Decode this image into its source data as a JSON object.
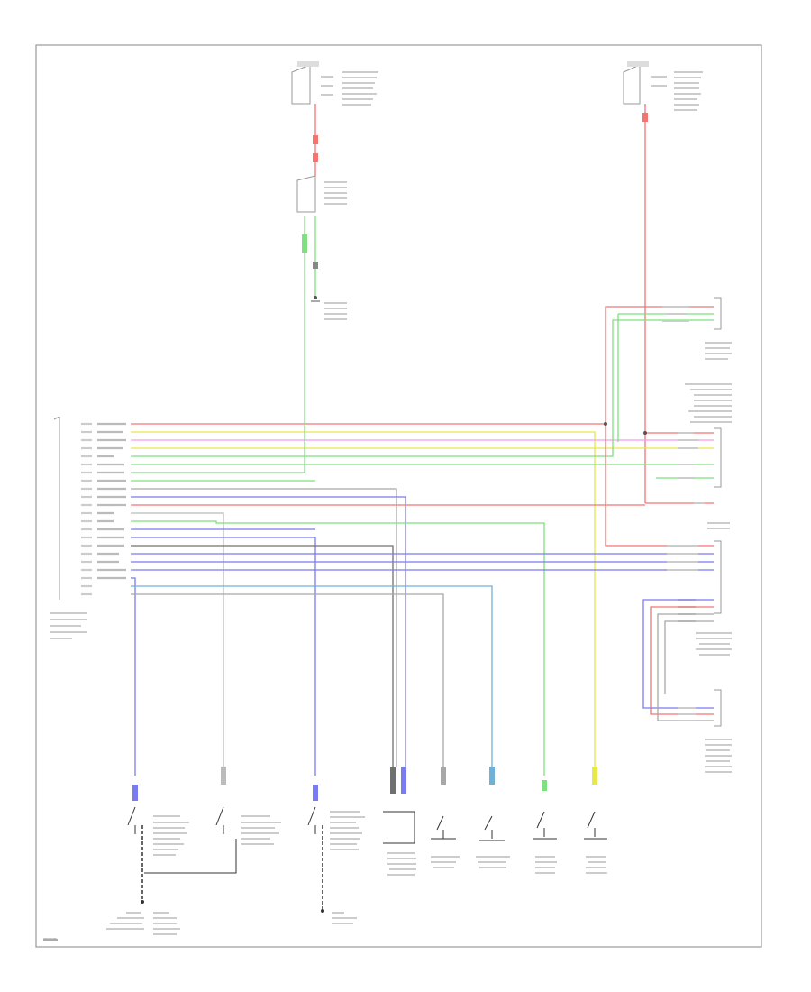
{
  "diagram": {
    "page_label": "———",
    "wire_colors": {
      "red": "#f47474",
      "yellow": "#e8e84a",
      "pink": "#f09ef0",
      "green": "#7ee07e",
      "gray": "#a8a8a8",
      "blue": "#7b7bf0",
      "light_blue": "#6fb2d6",
      "dark_gray": "#707070",
      "black": "#111111"
    },
    "components": {
      "fuse_left": "fuse-left",
      "fuse_right": "fuse-right",
      "junction_top": "junction",
      "ground_top": "ground-top",
      "ecm": "control-module",
      "right_top": "right-component-top",
      "right_mid": "right-component-middle",
      "right_lower1": "right-component-lower-1",
      "right_lower2": "right-component-lower-2"
    },
    "bottom_switches": [
      "switch-1",
      "switch-2",
      "switch-3",
      "switch-4",
      "switch-5",
      "switch-6",
      "switch-7",
      "switch-8",
      "switch-9"
    ]
  }
}
